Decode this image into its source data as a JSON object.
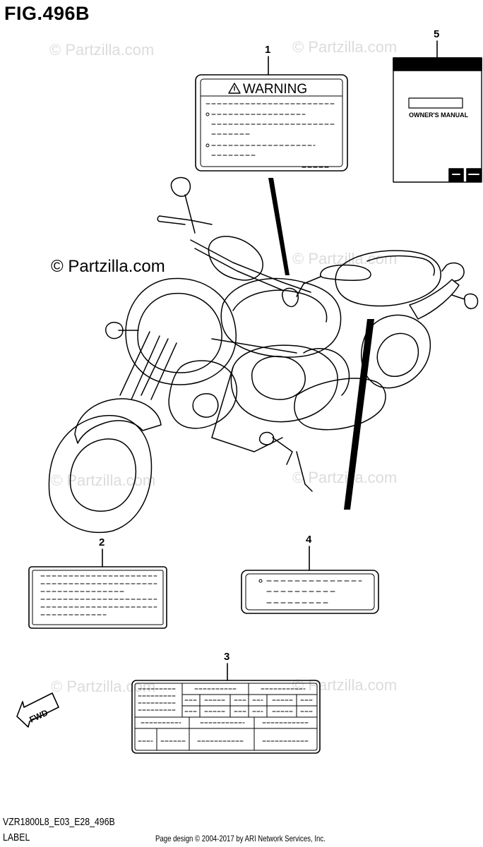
{
  "figure": {
    "title": "FIG.496B"
  },
  "watermarks": {
    "main": "© Partzilla.com",
    "faded": "© Partzilla.com"
  },
  "callouts": [
    "1",
    "2",
    "3",
    "4",
    "5"
  ],
  "warning_label": {
    "text": "WARNING"
  },
  "manual": {
    "text": "OWNER'S MANUAL"
  },
  "direction_arrow": {
    "text": "FWD"
  },
  "footer": {
    "model_code": "VZR1800L8_E03_E28_496B",
    "section": "LABEL",
    "copyright": "Page design © 2004-2017 by ARI Network Services, Inc."
  }
}
